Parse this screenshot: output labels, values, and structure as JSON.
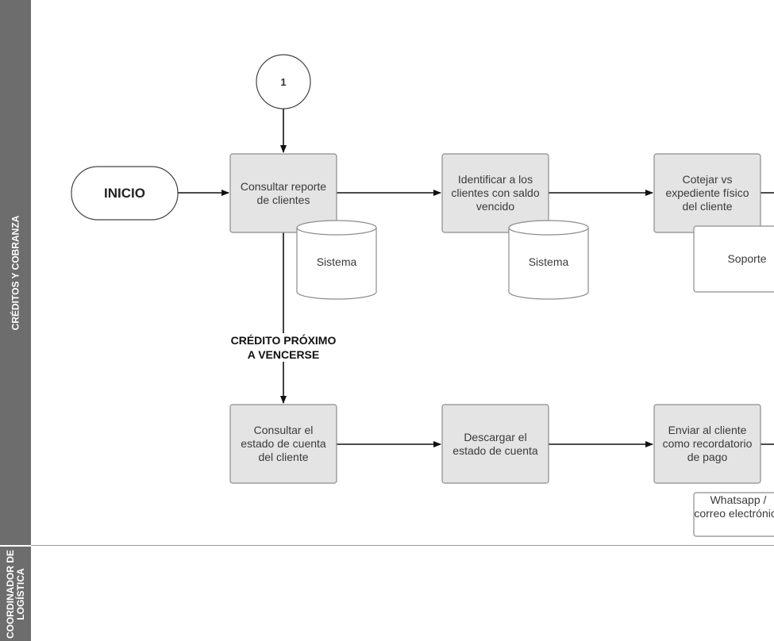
{
  "lanes": {
    "creditos": "CRÉDITOS Y COBRANZA",
    "logistica_line1": "COORDINADOR DE",
    "logistica_line2": "LOGÍSTICA"
  },
  "nodes": {
    "connector": "1",
    "start": "INICIO",
    "consultar_reporte": "Consultar reporte de clientes",
    "identificar": "Identificar a los clientes con saldo vencido",
    "cotejar": "Cotejar vs expediente físico del cliente",
    "sistema_1": "Sistema",
    "sistema_2": "Sistema",
    "soporte": "Soporte",
    "consultar_estado": "Consultar el estado de cuenta del cliente",
    "descargar": "Descargar el estado de cuenta",
    "enviar": "Enviar al cliente como recordatorio de pago",
    "whatsapp": "Whatsapp / correo electrónico"
  },
  "edges": {
    "credito_label_line1": "CRÉDITO PRÓXIMO",
    "credito_label_line2": "A VENCERSE"
  },
  "colors": {
    "lane_fill": "#6d6d6d",
    "process_fill": "#e4e4e4",
    "stroke": "#8c8c8c",
    "arrow": "#111111"
  }
}
